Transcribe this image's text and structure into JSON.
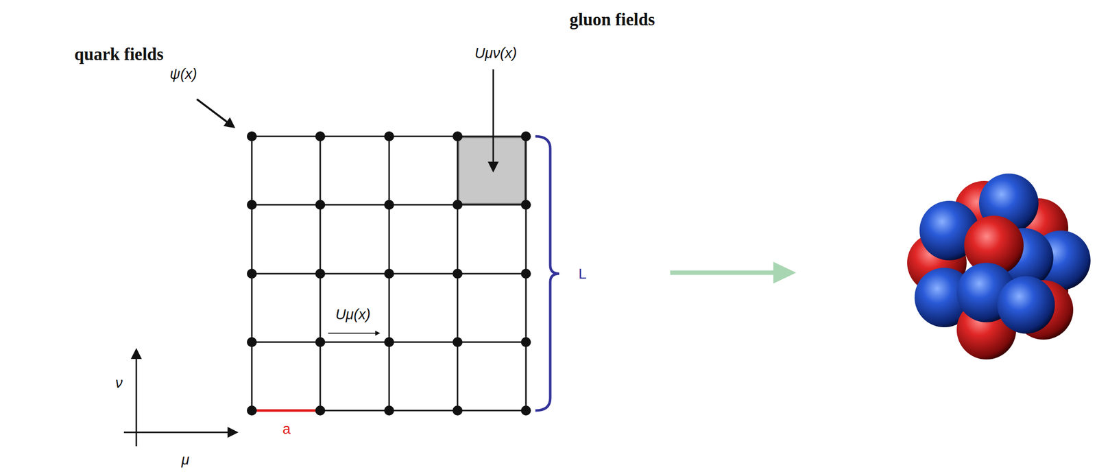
{
  "diagram": {
    "labels": [
      "gluon fields",
      "quark fields",
      "ψ(x)",
      "Uμν(x)",
      "Uμ(x)",
      "a",
      "L",
      "ν",
      "μ"
    ]
  }
}
